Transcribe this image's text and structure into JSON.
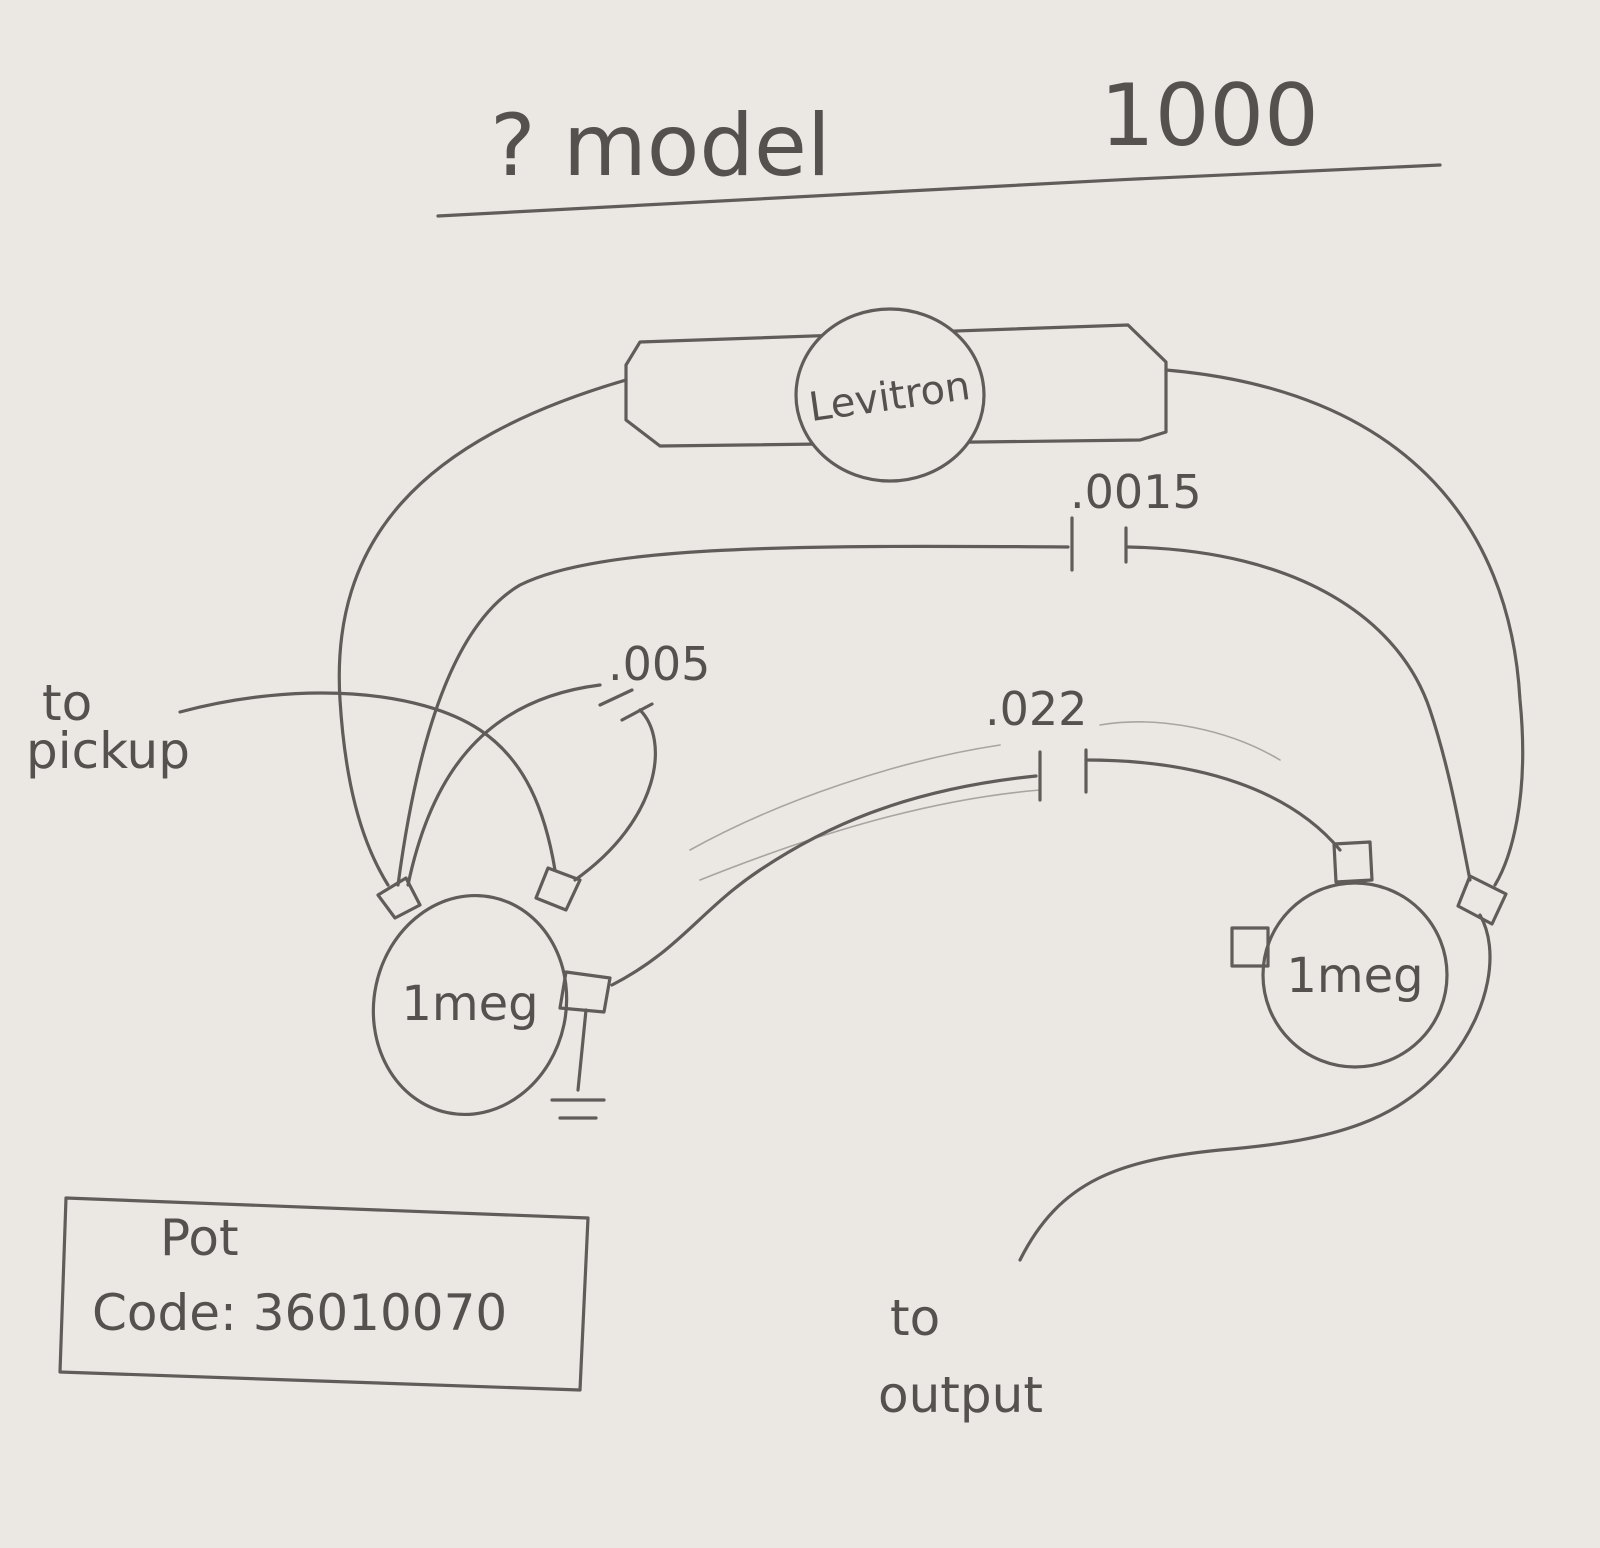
{
  "title": {
    "text": "? model",
    "number": "1000"
  },
  "switch": {
    "label": "Levitron"
  },
  "capacitors": {
    "c_top": ".0015",
    "c_left": ".005",
    "c_mid": ".022"
  },
  "pots": {
    "left": "1meg",
    "right": "1meg"
  },
  "notes": {
    "pickup_line1": "to",
    "pickup_line2": "pickup",
    "output_line1": "to",
    "output_line2": "output"
  },
  "pot_code": {
    "line1": "Pot",
    "line2": "Code: 36010070"
  }
}
